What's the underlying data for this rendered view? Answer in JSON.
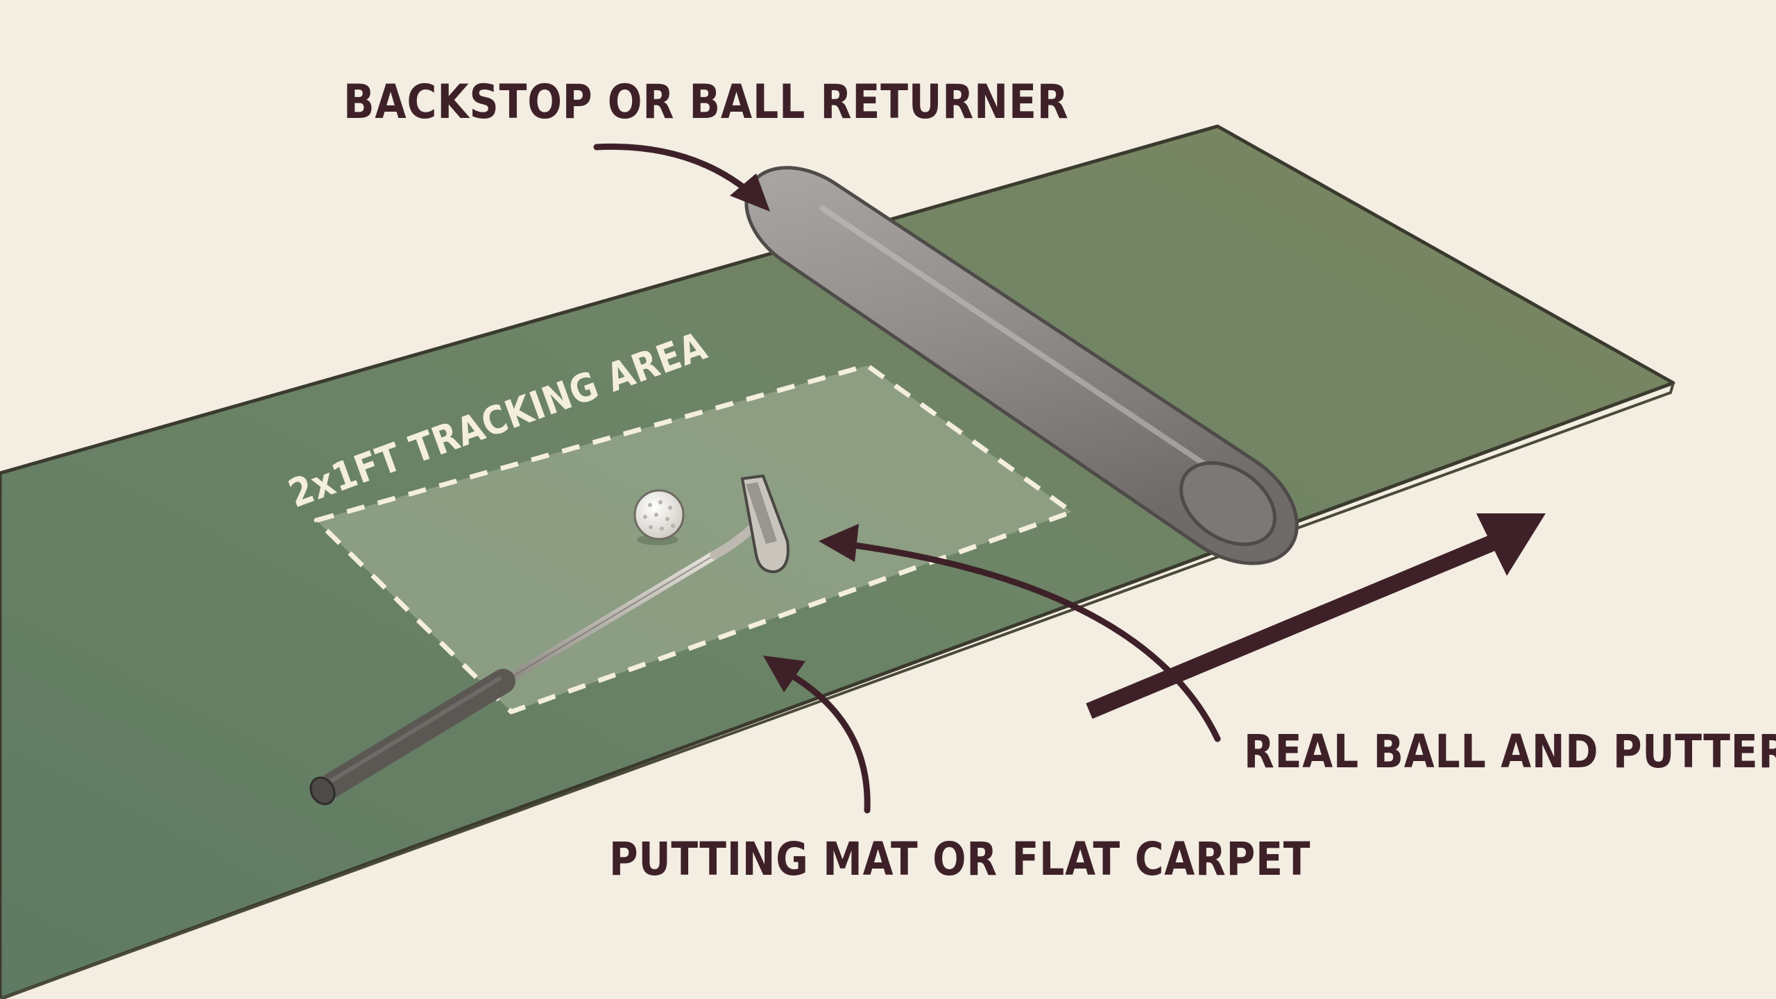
{
  "colors": {
    "background": "#f3ede2",
    "mat": "#6d8466",
    "mat_edge": "#3b3a2e",
    "tracking_area": "#a7b59a",
    "dashed_outline": "#f4eede",
    "label_text": "#3e2128",
    "arrow": "#3e2128",
    "backstop": "#8f8c89",
    "ball": "#f1efe8",
    "putter_shaft": "#b9b5ad",
    "putter_grip": "#5b5854"
  },
  "labels": {
    "backstop": "BACKSTOP OR BALL RETURNER",
    "tracking_area": "2x1FT TRACKING AREA",
    "ball_putter": "REAL BALL AND PUTTER",
    "mat": "PUTTING MAT OR FLAT CARPET"
  },
  "icons": {
    "ball": "golf-ball-icon",
    "putter": "putter-icon",
    "backstop": "foam-roller-icon",
    "direction": "direction-arrow-icon"
  }
}
